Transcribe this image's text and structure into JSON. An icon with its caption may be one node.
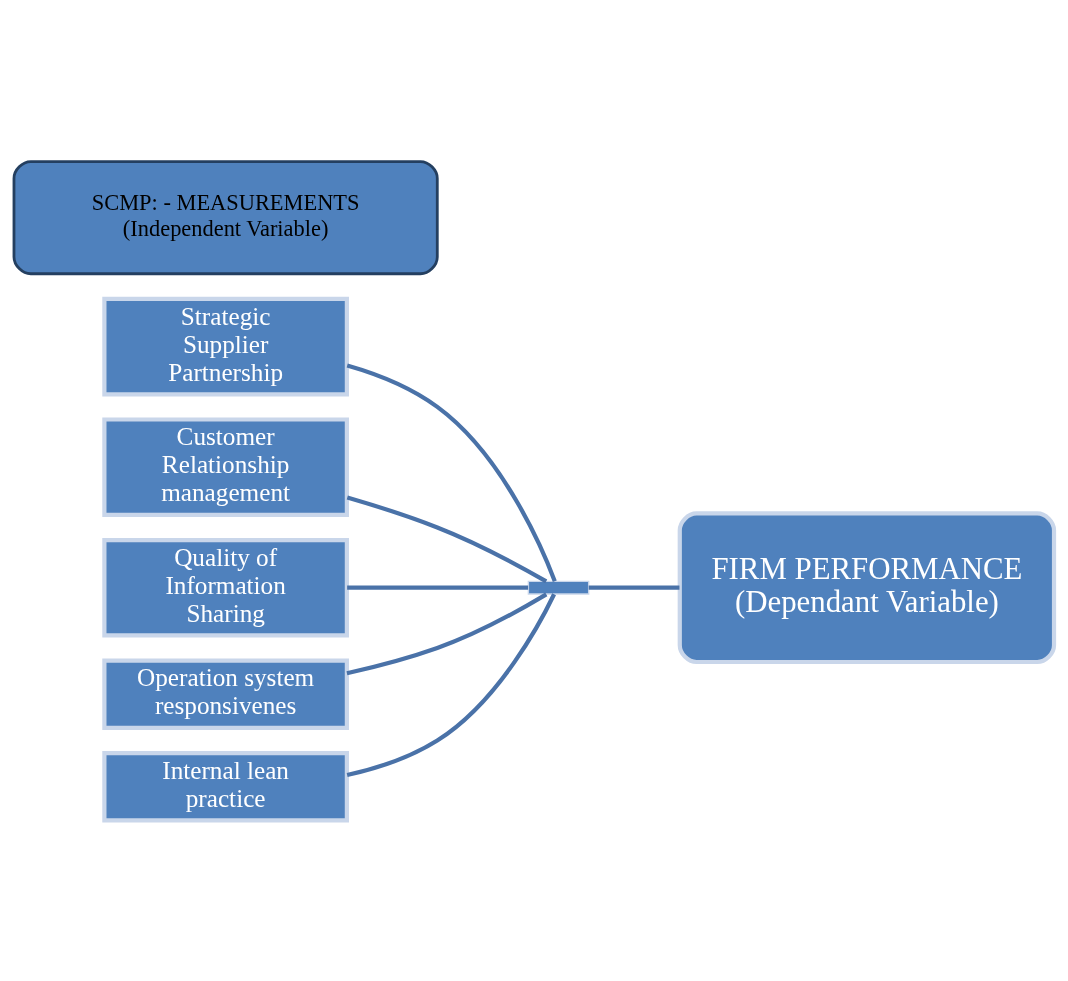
{
  "diagram": {
    "nodes": [
      {
        "text": [
          "SCMP: - MEASUREMENTS",
          "(Independent Variable)"
        ]
      },
      {
        "text": [
          "Strategic Supplier Partnership"
        ]
      },
      {
        "text": [
          "Customer Relationship management"
        ]
      },
      {
        "text": [
          "Quality of Information Sharing"
        ]
      },
      {
        "text": [
          "Operation system responsivenes"
        ]
      },
      {
        "text": [
          "Internal lean practice"
        ]
      },
      {
        "text": [],
        "shape": "bar"
      },
      {
        "text": [
          "FIRM PERFORMANCE",
          "(Dependant Variable)"
        ]
      }
    ],
    "edges": [
      {
        "from": 1,
        "to": 6,
        "arrow": "none"
      },
      {
        "from": 2,
        "to": 6,
        "arrow": "none"
      },
      {
        "from": 3,
        "to": 6,
        "arrow": "none"
      },
      {
        "from": 4,
        "to": 6,
        "arrow": "none"
      },
      {
        "from": 5,
        "to": 6,
        "arrow": "none"
      },
      {
        "from": 6,
        "to": 7,
        "arrow": "none"
      }
    ]
  }
}
